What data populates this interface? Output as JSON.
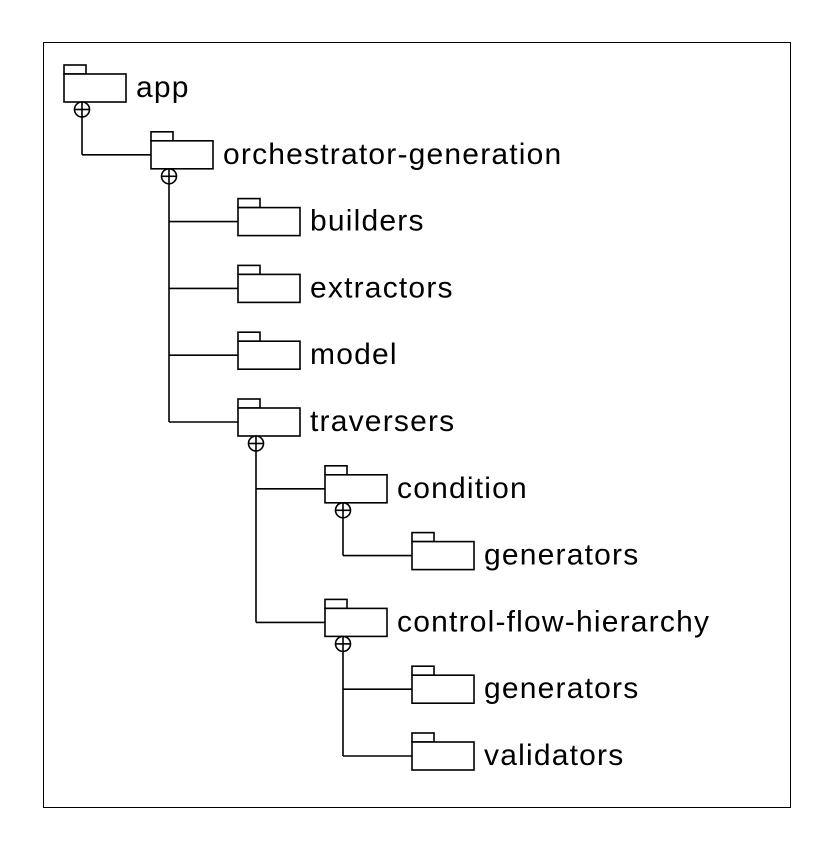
{
  "tree": {
    "name": "app",
    "icon": "folder-icon",
    "expanded": true,
    "children": [
      {
        "name": "orchestrator-generation",
        "icon": "folder-icon",
        "expanded": true,
        "children": [
          {
            "name": "builders",
            "icon": "folder-icon"
          },
          {
            "name": "extractors",
            "icon": "folder-icon"
          },
          {
            "name": "model",
            "icon": "folder-icon"
          },
          {
            "name": "traversers",
            "icon": "folder-icon",
            "expanded": true,
            "children": [
              {
                "name": "condition",
                "icon": "folder-icon",
                "expanded": true,
                "children": [
                  {
                    "name": "generators",
                    "icon": "folder-icon"
                  }
                ]
              },
              {
                "name": "control-flow-hierarchy",
                "icon": "folder-icon",
                "expanded": true,
                "children": [
                  {
                    "name": "generators",
                    "icon": "folder-icon"
                  },
                  {
                    "name": "validators",
                    "icon": "folder-icon"
                  }
                ]
              }
            ]
          }
        ]
      }
    ]
  },
  "colors": {
    "stroke": "#000000",
    "background": "#ffffff"
  }
}
